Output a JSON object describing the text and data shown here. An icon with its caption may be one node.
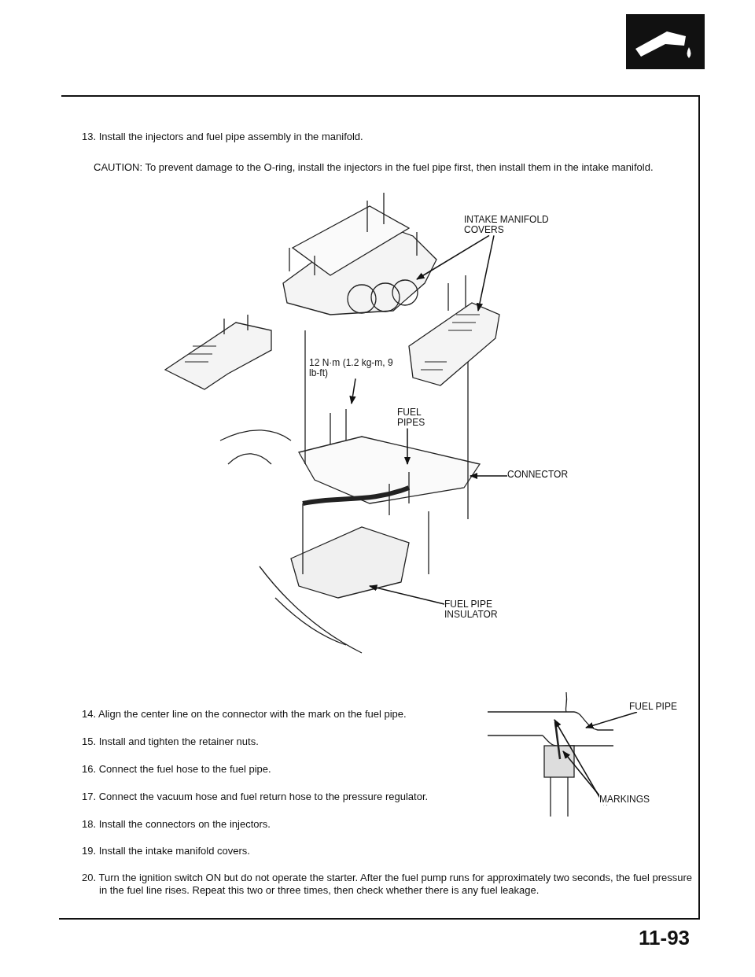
{
  "diagram": {
    "nodes": [
      {
        "text": [
          "INTAKE MANIFOLD COVERS"
        ]
      },
      {
        "text": [
          "12 N·m (1.2 kg-m, 9 lb-ft)"
        ]
      },
      {
        "text": [
          "FUEL PIPES"
        ]
      },
      {
        "text": [
          "CONNECTOR"
        ]
      },
      {
        "text": [
          "FUEL PIPE INSULATOR"
        ]
      },
      {
        "text": [
          "FUEL PIPE"
        ]
      },
      {
        "text": [
          "MARKINGS"
        ]
      }
    ],
    "edges": [
      {
        "from": 0,
        "to": null,
        "arrow": "to"
      },
      {
        "from": 0,
        "to": null,
        "arrow": "to"
      },
      {
        "from": 1,
        "to": null,
        "arrow": "to"
      },
      {
        "from": 2,
        "to": null,
        "arrow": "to"
      },
      {
        "from": 3,
        "to": null,
        "arrow": "to"
      },
      {
        "from": 4,
        "to": null,
        "arrow": "to"
      },
      {
        "from": 5,
        "to": null,
        "arrow": "to"
      },
      {
        "from": 6,
        "to": null,
        "arrow": "to"
      },
      {
        "from": 6,
        "to": null,
        "arrow": "to"
      }
    ],
    "labels": [
      "13. Install the injectors and fuel pipe assembly in the manifold.",
      "CAUTION: To prevent damage to the O-ring, install the injectors in the fuel pipe first, then install them in the intake manifold.",
      "14. Align the center line on the connector with the mark on the fuel pipe.",
      "15. Install and tighten the retainer nuts.",
      "16. Connect the fuel hose to the fuel pipe.",
      "17. Connect the vacuum hose and fuel return hose to the pressure regulator.",
      "18. Install the connectors on the injectors.",
      "19. Install the intake manifold covers.",
      "20. Turn the ignition switch ON but do not operate the starter. After the fuel pump runs for approximately two seconds, the fuel pressure in the fuel line rises. Repeat this two or three times, then check whether there is any fuel leakage.",
      "11-93"
    ]
  }
}
